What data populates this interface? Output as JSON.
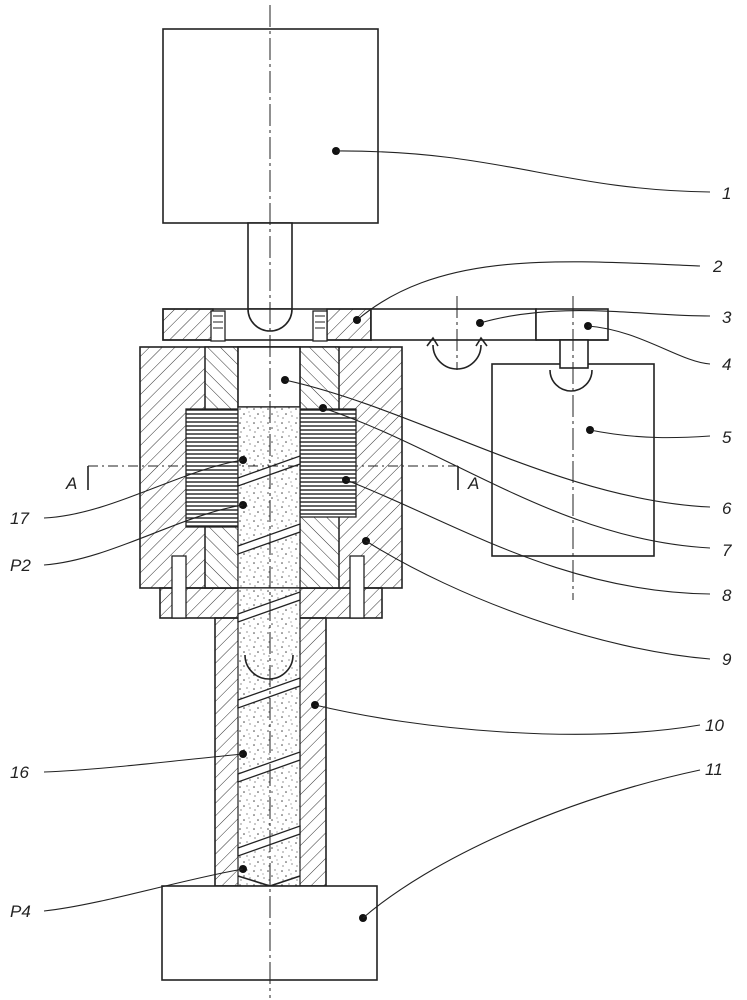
{
  "labels": {
    "l1": "1",
    "l2": "2",
    "l3": "3",
    "l4": "4",
    "l5": "5",
    "l6": "6",
    "l7": "7",
    "l8": "8",
    "l9": "9",
    "l10": "10",
    "l11": "11",
    "l16": "16",
    "l17": "17",
    "lP2": "P2",
    "lP4": "P4",
    "sectionA_left": "A",
    "sectionA_right": "A"
  }
}
